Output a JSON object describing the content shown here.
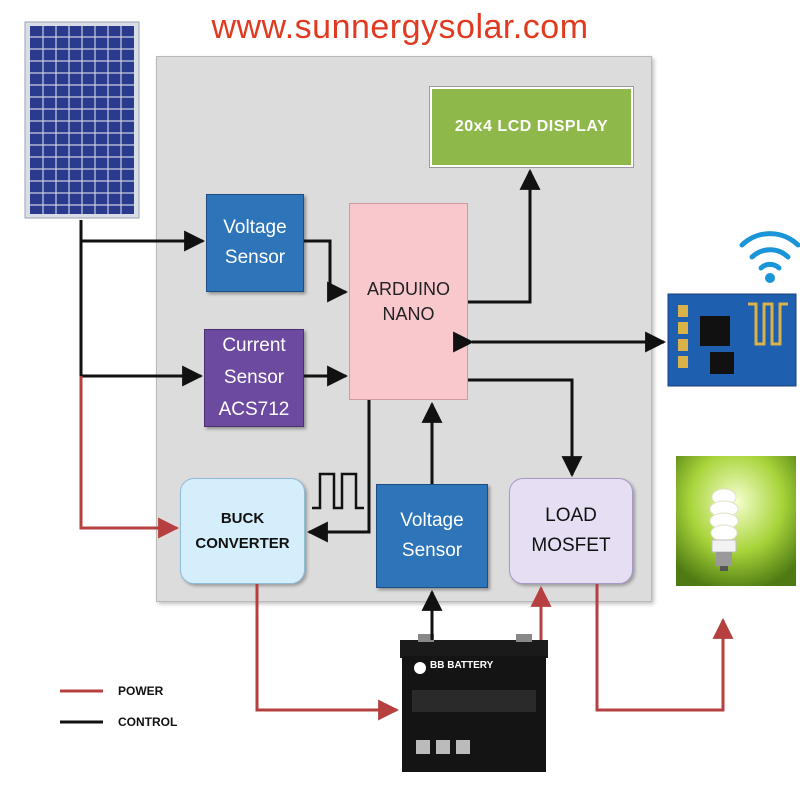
{
  "header": {
    "url_text": "www.sunnergysolar.com",
    "color": "#e03a20"
  },
  "blocks": {
    "lcd": "20x4  LCD  DISPLAY",
    "voltage_sensor_top": [
      "Voltage",
      "Sensor"
    ],
    "current_sensor": [
      "Current",
      "Sensor",
      "ACS712"
    ],
    "arduino": [
      "ARDUINO",
      "NANO"
    ],
    "buck_converter": [
      "BUCK",
      "CONVERTER"
    ],
    "voltage_sensor_bottom": [
      "Voltage",
      "Sensor"
    ],
    "load_mosfet": [
      "LOAD",
      "MOSFET"
    ]
  },
  "battery": {
    "brand_text": "BB BATTERY"
  },
  "legend": {
    "power_label": "POWER",
    "control_label": "CONTROL",
    "power_color": "#b5403f",
    "control_color": "#111111"
  },
  "icons": [
    "solar-panel-icon",
    "wifi-icon",
    "wifi-module-icon",
    "cfl-bulb-icon",
    "battery-icon",
    "pwm-signal-icon"
  ]
}
